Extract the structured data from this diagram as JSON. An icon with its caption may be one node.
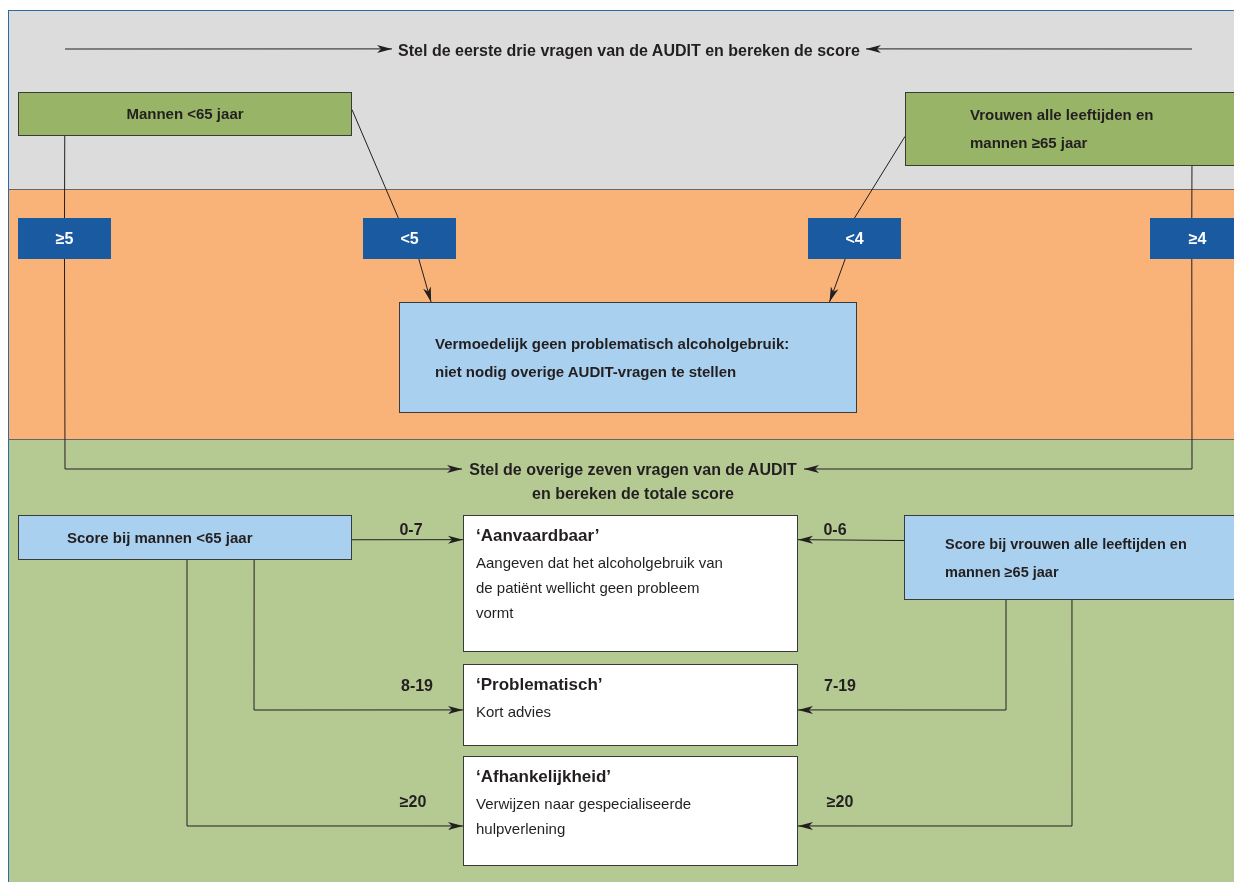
{
  "diagram": {
    "nodes": [
      {
        "text": [
          "Stel de eerste drie vragen van de AUDIT en bereken de score"
        ]
      },
      {
        "text": [
          "Mannen <65 jaar"
        ]
      },
      {
        "text": [
          "Vrouwen alle leeftijden en mannen ≥65 jaar"
        ]
      },
      {
        "text": [
          "≥5"
        ]
      },
      {
        "text": [
          "<5"
        ]
      },
      {
        "text": [
          "<4"
        ]
      },
      {
        "text": [
          "≥4"
        ]
      },
      {
        "text": [
          "Vermoedelijk geen problematisch alcoholgebruik: niet nodig overige AUDIT-vragen te stellen"
        ]
      },
      {
        "text": [
          "Stel de overige zeven vragen van de AUDIT en bereken de totale score"
        ]
      },
      {
        "text": [
          "Score bij mannen <65 jaar"
        ]
      },
      {
        "text": [
          "Score bij vrouwen alle leeftijden en mannen ≥65 jaar"
        ]
      },
      {
        "text": [
          "‘Aanvaardbaar’",
          "Aangeven dat het alcoholgebruik van de patiënt wellicht geen probleem vormt"
        ]
      },
      {
        "text": [
          "‘Problematisch’",
          "Kort advies"
        ]
      },
      {
        "text": [
          "‘Afhankelijkheid’",
          "Verwijzen naar gespecialiseerde hulpverlening"
        ]
      }
    ],
    "edges": [
      {
        "from": null,
        "to": 0,
        "arrow": "to"
      },
      {
        "from": null,
        "to": 0,
        "arrow": "to"
      },
      {
        "from": 1,
        "to": 3,
        "arrow": "none"
      },
      {
        "from": 3,
        "to": 8,
        "arrow": "to"
      },
      {
        "from": 1,
        "to": 4,
        "arrow": "none"
      },
      {
        "from": 4,
        "to": 7,
        "arrow": "to"
      },
      {
        "from": 2,
        "to": 5,
        "arrow": "none"
      },
      {
        "from": 5,
        "to": 7,
        "arrow": "to"
      },
      {
        "from": 2,
        "to": 6,
        "arrow": "none"
      },
      {
        "from": 6,
        "to": 8,
        "arrow": "to"
      },
      {
        "from": 9,
        "to": 11,
        "arrow": "to",
        "label": "0-7"
      },
      {
        "from": 9,
        "to": 12,
        "arrow": "to",
        "label": "8-19"
      },
      {
        "from": 9,
        "to": 13,
        "arrow": "to",
        "label": "≥20"
      },
      {
        "from": 10,
        "to": 11,
        "arrow": "to",
        "label": "0-6"
      },
      {
        "from": 10,
        "to": 12,
        "arrow": "to",
        "label": "7-19"
      },
      {
        "from": 10,
        "to": 13,
        "arrow": "to",
        "label": "≥20"
      }
    ]
  }
}
